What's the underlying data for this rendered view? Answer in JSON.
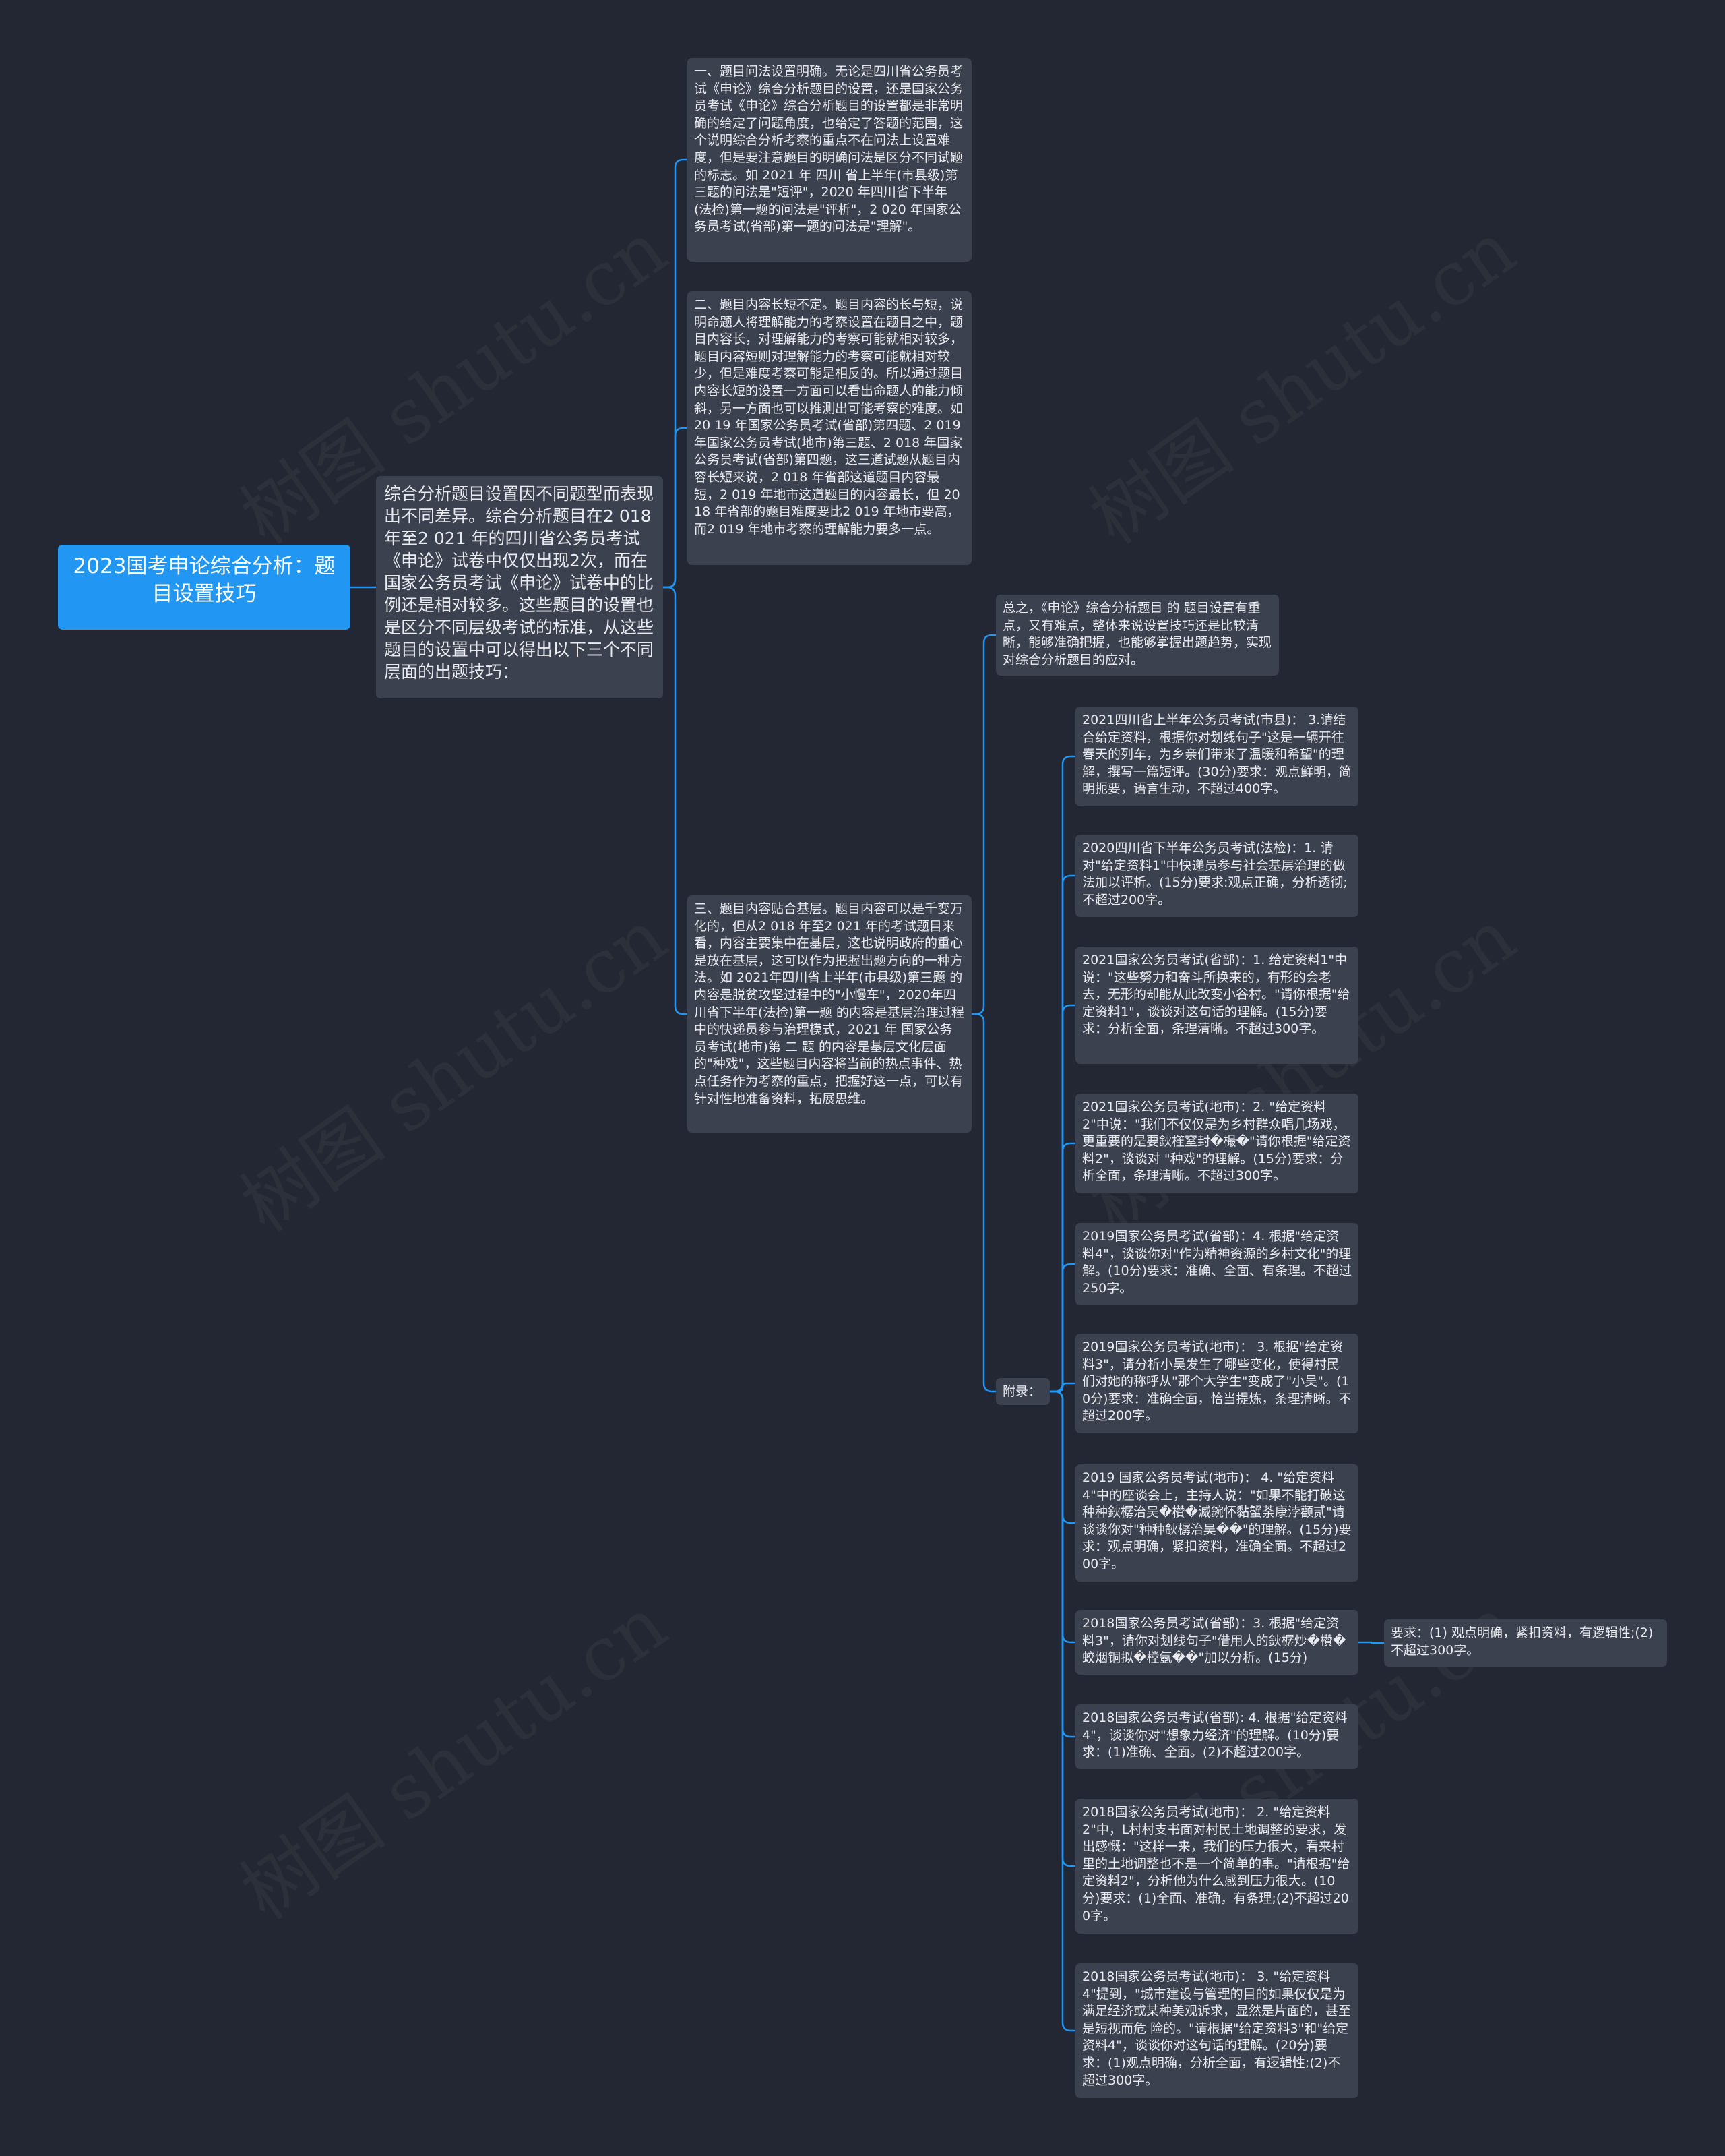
{
  "root": "2023国考申论综合分析：题目设置技巧",
  "intro": "综合分析题目设置因不同题型而表现出不同差异。综合分析题目在2 018 年至2 021 年的四川省公务员考试《申论》试卷中仅仅出现2次，而在国家公务员考试《申论》试卷中的比例还是相对较多。这些题目的设置也是区分不同层级考试的标准，从这些题目的设置中可以得出以下三个不同层面的出题技巧：",
  "point1": "一、题目问法设置明确。无论是四川省公务员考试《申论》综合分析题目的设置，还是国家公务员考试《申论》综合分析题目的设置都是非常明确的给定了问题角度，也给定了答题的范围，这个说明综合分析考察的重点不在问法上设置难度，但是要注意题目的明确问法是区分不同试题的标志。如 2021 年 四川 省上半年(市县级)第三题的问法是\"短评\"，2020 年四川省下半年(法检)第一题的问法是\"评析\"，2 020 年国家公务员考试(省部)第一题的问法是\"理解\"。",
  "point2": "二、题目内容长短不定。题目内容的长与短，说明命题人将理解能力的考察设置在题目之中，题目内容长，对理解能力的考察可能就相对较多，题目内容短则对理解能力的考察可能就相对较少，但是难度考察可能是相反的。所以通过题目内容长短的设置一方面可以看出命题人的能力倾斜，另一方面也可以推测出可能考察的难度。如 20 19 年国家公务员考试(省部)第四题、2 019 年国家公务员考试(地市)第三题、2 018 年国家公务员考试(省部)第四题，这三道试题从题目内容长短来说，2 018 年省部这道题目内容最短，2 019 年地市这道题目的内容最长，但 2018 年省部的题目难度要比2 019 年地市要高，而2 019 年地市考察的理解能力要多一点。",
  "point3": "三、题目内容贴合基层。题目内容可以是千变万化的，但从2 018 年至2 021 年的考试题目来看，内容主要集中在基层，这也说明政府的重心是放在基层，这可以作为把握出题方向的一种方法。如 2021年四川省上半年(市县级)第三题 的内容是脱贫攻坚过程中的\"小慢车\"，2020年四川省下半年(法检)第一题 的内容是基层治理过程中的快递员参与治理模式，2021 年 国家公务员考试(地市)第 二 题 的内容是基层文化层面的\"种戏\"，这些题目内容将当前的热点事件、热点任务作为考察的重点，把握好这一点，可以有针对性地准备资料，拓展思维。",
  "summary": "总之，《申论》综合分析题目 的 题目设置有重点，又有难点，整体来说设置技巧还是比较清晰，能够准确把握，也能够掌握出题趋势，实现对综合分析题目的应对。",
  "appendix_label": "附录：",
  "appendix": [
    "2021四川省上半年公务员考试(市县)： 3.请结合给定资料，根据你对划线句子\"这是一辆开往春天的列车，为乡亲们带来了温暖和希望\"的理解，撰写一篇短评。(30分)要求：观点鲜明，简明扼要，语言生动，不超过400字。",
    "2020四川省下半年公务员考试(法检)：1. 请对\"给定资料1\"中快递员参与社会基层治理的做法加以评析。(15分)要求:观点正确，分析透彻;不超过200字。",
    "2021国家公务员考试(省部)：1. 给定资料1\"中说：\"这些努力和奋斗所换来的，有形的会老去，无形的却能从此改变小谷村。\"请你根据\"给定资料1\"，谈谈对这句话的理解。(15分)要求：分析全面，条理清晰。不超过300字。",
    "2021国家公务员考试(地市)：2. \"给定资料2\"中说：\"我们不仅仅是为乡村群众唱几场戏，更重要的是要鈥樦窒封�樶�\"请你根据\"给定资料2\"，谈谈对 \"种戏\"的理解。(15分)要求：分析全面，条理清晰。不超过300字。",
    "2019国家公务员考试(省部)：4. 根据\"给定资料4\"，谈谈你对\"作为精神资源的乡村文化\"的理解。(10分)要求：准确、全面、有条理。不超过250字。",
    "2019国家公务员考试(地市)： 3. 根据\"给定资料3\"，请分析小吴发生了哪些变化，使得村民们对她的称呼从\"那个大学生\"变成了\"小吴\"。(10分)要求：准确全面，恰当提炼，条理清晰。不超过200字。",
    "2019 国家公务员考试(地市)： 4. \"给定资料4\"中的座谈会上，主持人说：\"如果不能打破这种种鈥樼治吴�欑�滅鋺怀黏蟹荼康浡颧贰\"请谈谈你对\"种种鈥樼治吴��\"的理解。(15分)要求：观点明确，紧扣资料，准确全面。不超过200字。",
    "2018国家公务员考试(省部)：3. 根据\"给定资料3\"，请你对划线句子\"借用人的鈥樼炒�欑�蛟烟铜拟�樘氬��\"加以分析。(15分)",
    "2018国家公务员考试(省部): 4. 根据\"给定资料4\"，谈谈你对\"想象力经济\"的理解。(10分)要求：(1)准确、全面。(2)不超过200字。",
    "2018国家公务员考试(地市)： 2. \"给定资料2\"中，L村村支书面对村民土地调整的要求，发出感慨：\"这样一来，我们的压力很大，看来村里的土地调整也不是一个简单的事。\"请根据\"给定资料2\"，分析他为什么感到压力很大。(10分)要求：(1)全面、准确，有条理;(2)不超过200字。",
    "2018国家公务员考试(地市)： 3. \"给定资料4\"提到，\"城市建设与管理的目的如果仅仅是为满足经济或某种美观诉求，显然是片面的，甚至是短视而危 险的。\"请根据\"给定资料3\"和\"给定资料4\"，谈谈你对这句话的理解。(20分)要求：(1)观点明确，分析全面，有逻辑性;(2)不超过300字。"
  ],
  "appendix_note": "要求：(1) 观点明确，紧扣资料，有逻辑性;(2)不超过300字。",
  "watermark": "树图 shutu.cn",
  "colors": {
    "background": "#232733",
    "root": "#2196f3",
    "node": "#3c4150",
    "link": "#2196f3"
  }
}
